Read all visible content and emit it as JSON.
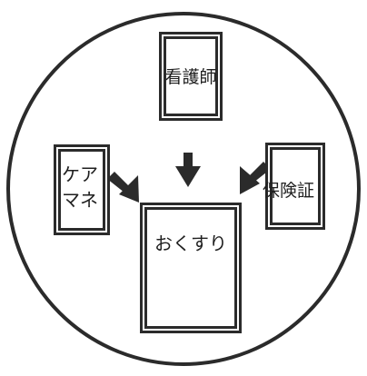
{
  "diagram": {
    "nurse_label": "看護師",
    "care_manager_label_line1": "ケア",
    "care_manager_label_line2": "マネ",
    "insurance_label": "保険証",
    "medicine_label": "おくすり",
    "pill_icon": "capsule-icon",
    "colors": {
      "ink": "#2b2b2b",
      "background": "#ffffff"
    }
  }
}
